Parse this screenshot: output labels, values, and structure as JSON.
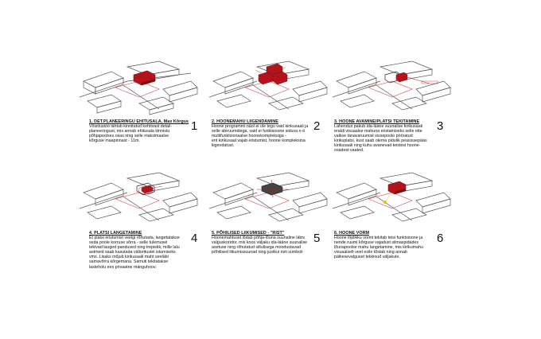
{
  "panels": [
    {
      "number": "1",
      "title": "1. DET.PLANEERINGU EHITUSALA, Max Kõrgus",
      "body": "Võistlustöö lähtub kinnitatud kehtivast detail-\nplaneeringust, mis annab ehitusala kinnistu\npõhjapoolses osas ning selle maksimaalse\nkõrguse maapinnast - 11m."
    },
    {
      "number": "2",
      "title": "2. HOONEMAHU LIIGENDAMINE",
      "body": "Hoone programmi näol ei ole tegu vaid kirikusaali ja\nselle abiruumidega, vaid ei funktsioone siduva n-ö\nmultifunktsionaalse hoonekompleksiga -\nent kirikusaal vajab eristumist, hoone kompleksina\nliigendatust."
    },
    {
      "number": "3",
      "title": "3. HOONE AVAMINE/PLATSI TEKITAMINE",
      "body": "Lahendus pakub ida-lääne suunalise kirikusaali\neraldi visuaalse mahuna eristamiseks selle ette\nvaikse tänavaruumist sissepoole pööratud\nkirikuplatsi, kust saab olema pidulik peasissepääs\nkirikusaali ning kuhu avanevad teistest hoone-\nosadest vaated."
    },
    {
      "number": "4",
      "title": "4. PLATSI LANGETAMINE",
      "body": "Et platsi eristumist veelgi rõhutada, langetatakse\nseda poole korruse võrra - selle tulemusel\ntekivad lauged pandused ning trepistik, mille lalu\nastmeid saab kasutada välioritustel istumiseks\nvms. Lisaks mõjub kirikusaali maht seeläbi\nsamavõrra kõrgemana. Samuti tekitatakse\nlasteholu ees privaatne mänguhoov."
    },
    {
      "number": "5",
      "title": "5. PÕHILISED LIIKUMISED - \"RIST\"",
      "body": "Hoonemahtusid lõdab põhja-lõuna suunaline läbiv\nvalguskoridor, mis koos väljaku ida-lääne suunalise\nasetuse ning rõhutatud siltulisega moodustavad\npõhilised liikumissuunad ning justkui risti sümboli"
    },
    {
      "number": "6",
      "title": "6. HOONE VORM",
      "body": "Hoone lõplikku vormi tekitab teisi funktsioone ja\nnende ruumi kõrguse vajadust silmaspidades\nlõunapoolse mahu langetamine, mis kirikumahu\nvisuaalselt veel esile tõstab ning annab\npäikesevalguset tekkinud väljakule."
    }
  ],
  "annotations": {
    "p2_labels": [
      "",
      "",
      ""
    ],
    "p3_label": ""
  },
  "colors": {
    "accent": "#b3141b",
    "accent_dark": "#7a0d12",
    "line": "#555555",
    "path": "#d44a50",
    "sun": "#e6c200"
  }
}
